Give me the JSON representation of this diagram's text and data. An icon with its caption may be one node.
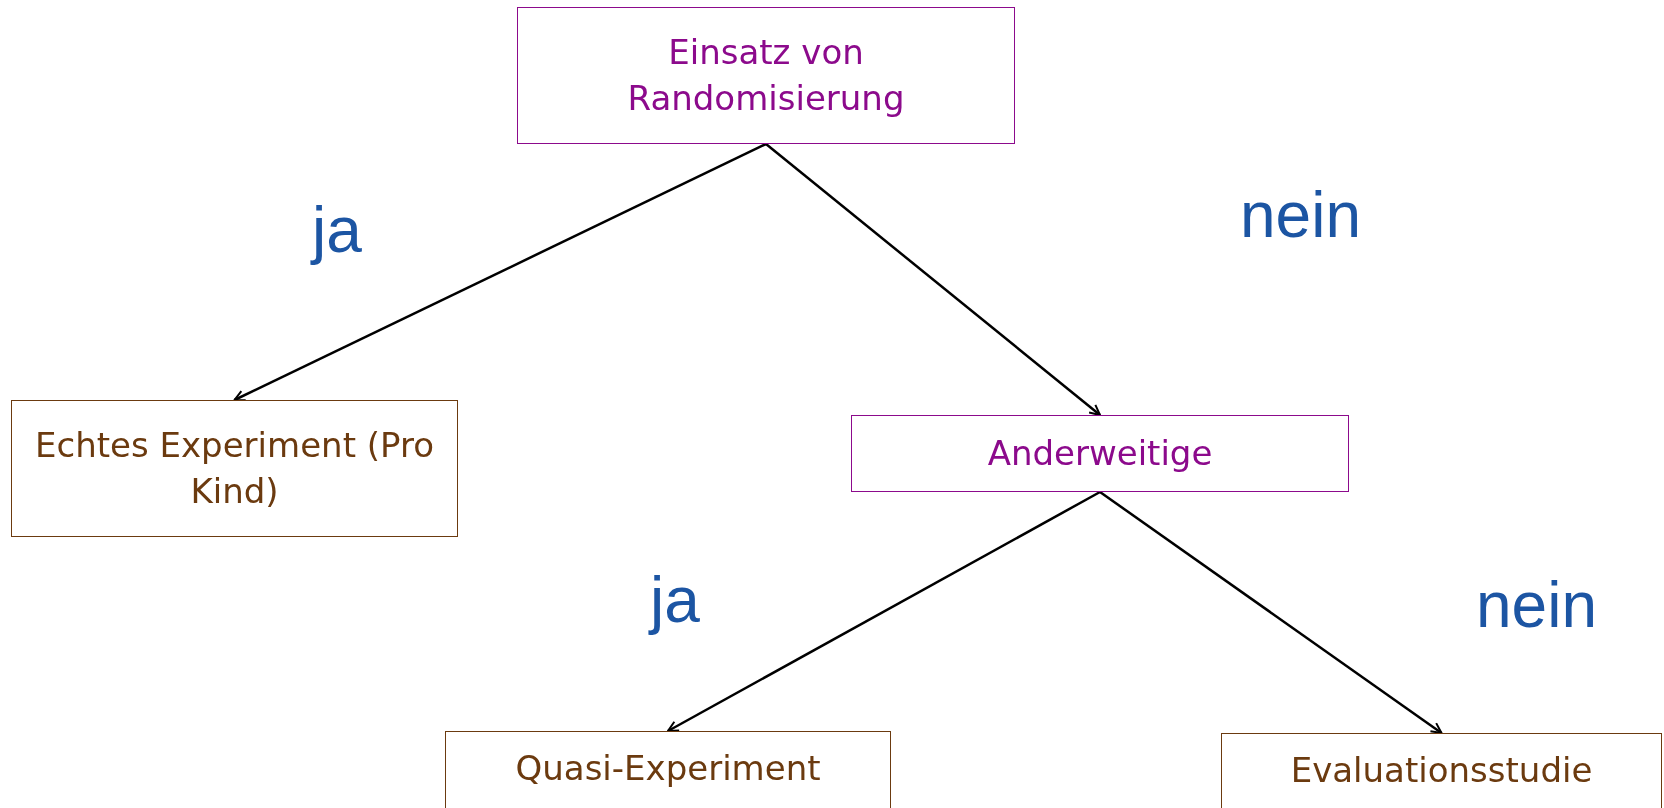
{
  "diagram": {
    "nodes": [
      {
        "text": [
          "Einsatz von Randomisierung"
        ]
      },
      {
        "text": [
          "Echtes Experiment (Pro Kind)"
        ]
      },
      {
        "text": [
          "Anderweitige"
        ]
      },
      {
        "text": [
          "Quasi-Experiment"
        ]
      },
      {
        "text": [
          "Evaluationsstudie"
        ]
      }
    ],
    "edges": [
      {
        "from": 0,
        "to": 1,
        "arrow": "to",
        "label": "ja"
      },
      {
        "from": 0,
        "to": 2,
        "arrow": "to",
        "label": "nein"
      },
      {
        "from": 2,
        "to": 3,
        "arrow": "to",
        "label": "ja"
      },
      {
        "from": 2,
        "to": 4,
        "arrow": "to",
        "label": "nein"
      }
    ]
  }
}
